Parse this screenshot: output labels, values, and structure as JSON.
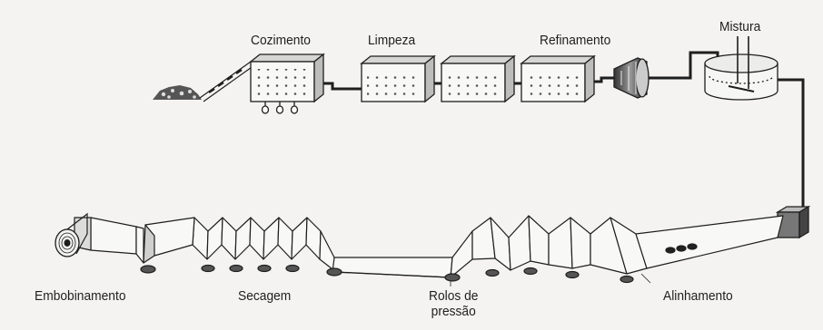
{
  "labels": {
    "cozimento": "Cozimento",
    "limpeza": "Limpeza",
    "refinamento": "Refinamento",
    "mistura": "Mistura",
    "embobinamento": "Embobinamento",
    "secagem": "Secagem",
    "rolos_line1": "Rolos de",
    "rolos_line2": "pressão",
    "alinhamento": "Alinhamento"
  },
  "colors": {
    "background": "#f4f3f1",
    "ink": "#1e1e1e",
    "tank_fill": "#f8f8f6",
    "shade": "#8a8a8a"
  }
}
